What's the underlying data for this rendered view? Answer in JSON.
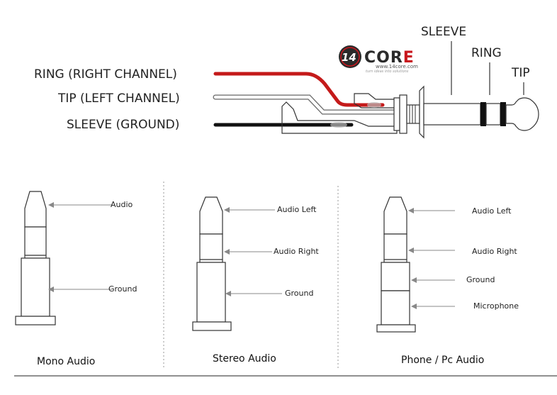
{
  "top": {
    "labels": {
      "ring_channel": "RING (RIGHT CHANNEL)",
      "tip_channel": "TIP (LEFT CHANNEL)",
      "sleeve_ground": "SLEEVE (GROUND)",
      "sleeve": "SLEEVE",
      "ring": "RING",
      "tip": "TIP"
    },
    "wire_colors": {
      "ring": "#c41a1a",
      "tip": "#ffffff",
      "sleeve": "#111111"
    }
  },
  "logo": {
    "number": "14",
    "word_a": "COR",
    "word_b": "E",
    "url": "www.14core.com",
    "tagline": "turn ideas into solutions",
    "accent_color": "#c8161d"
  },
  "plugs": {
    "mono": {
      "caption": "Mono Audio",
      "labels": [
        "Audio",
        "Ground"
      ]
    },
    "stereo": {
      "caption": "Stereo Audio",
      "labels": [
        "Audio Left",
        "Audio Right",
        "Ground"
      ]
    },
    "phone": {
      "caption": "Phone / Pc Audio",
      "labels": [
        "Audio Left",
        "Audio Right",
        "Ground",
        "Microphone"
      ]
    }
  }
}
